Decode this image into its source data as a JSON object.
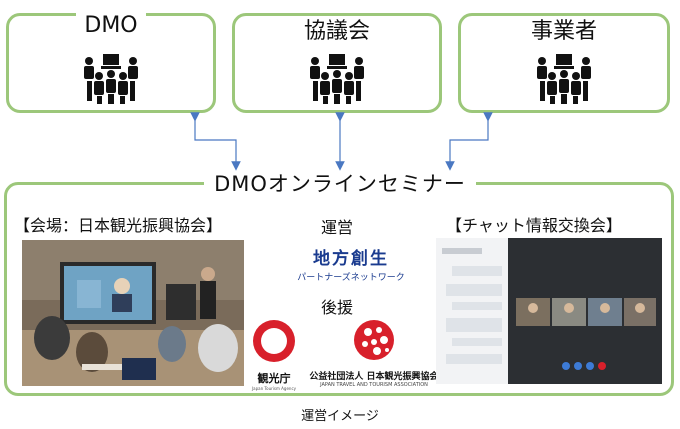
{
  "top_boxes": [
    {
      "title": "DMO"
    },
    {
      "title": "協議会"
    },
    {
      "title": "事業者"
    }
  ],
  "seminar": {
    "title": "DMOオンラインセミナー",
    "venue_label": "【会場：日本観光振興協会】",
    "operation_label": "運営",
    "support_label": "後援",
    "chat_label": "【チャット情報交換会】"
  },
  "logos": {
    "chihou_main": "地方創生",
    "chihou_sub": "パートナーズネットワーク",
    "kanko_name": "観光庁",
    "kanko_sub": "Japan Tourism Agency",
    "jata_name": "公益社団法人 日本観光振興協会",
    "jata_sub": "JAPAN TRAVEL AND TOURISM ASSOCIATION"
  },
  "caption": "運営イメージ",
  "colors": {
    "box_border": "#9cc77a",
    "arrow": "#4a78c2",
    "jata_red": "#d8202b",
    "chihou_blue": "#1a3b8f"
  }
}
